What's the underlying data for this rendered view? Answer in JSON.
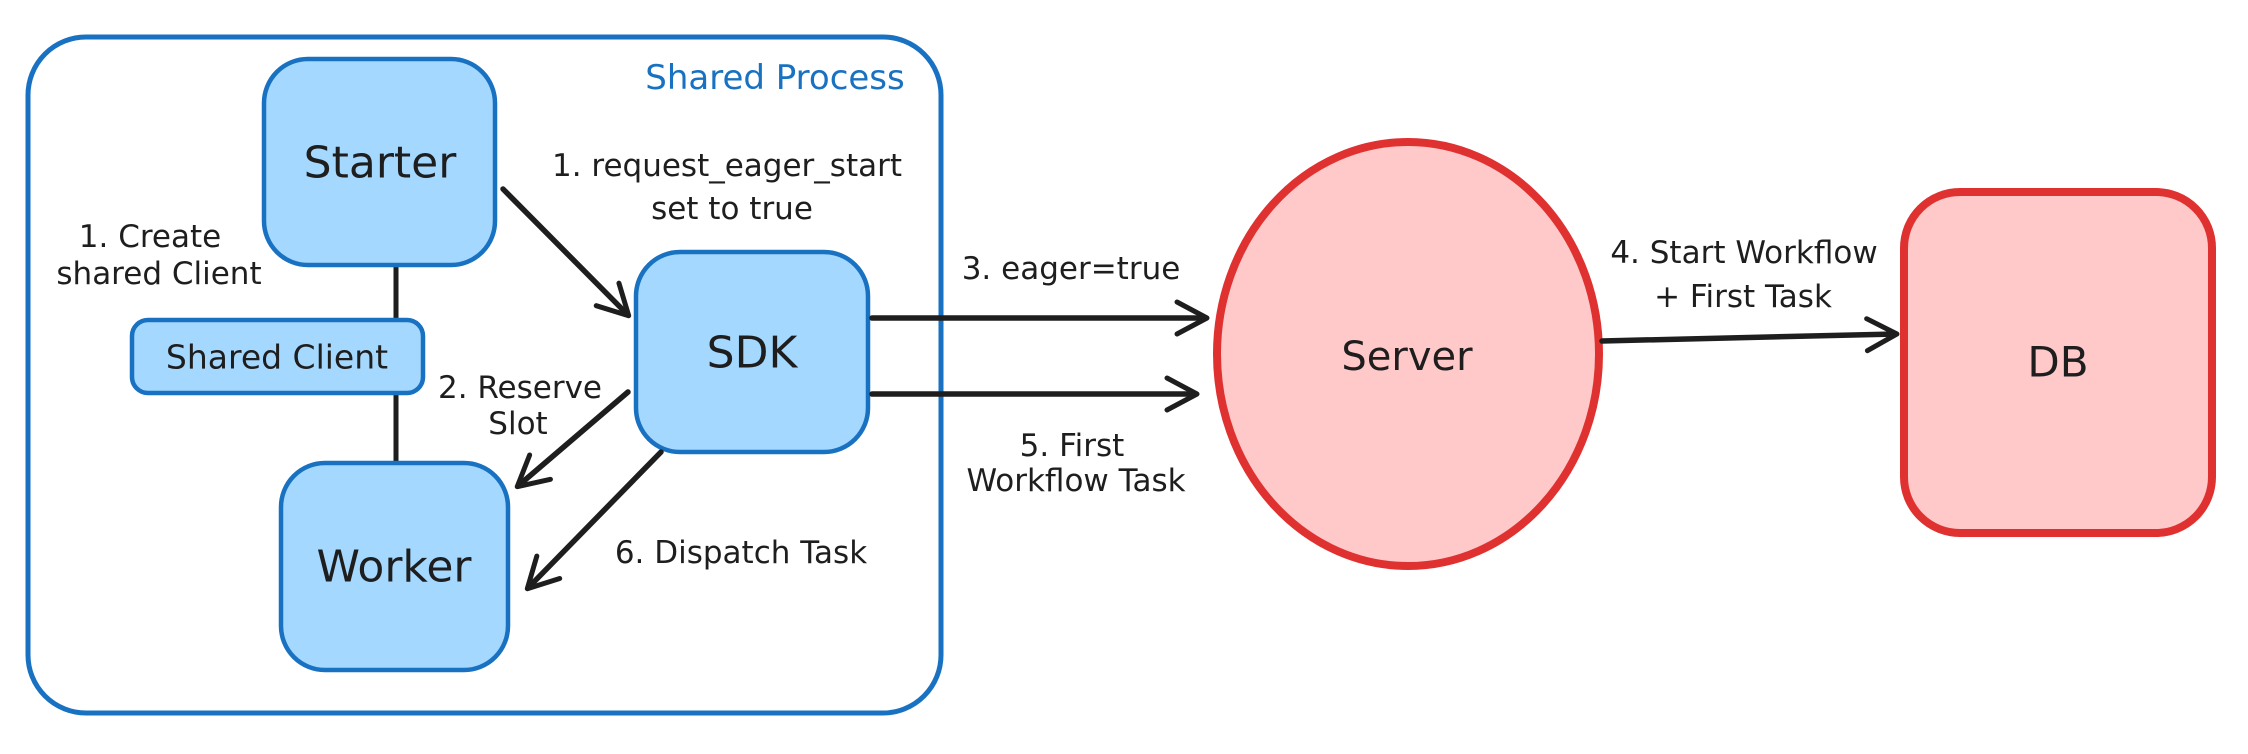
{
  "container": {
    "label": "Shared Process"
  },
  "nodes": {
    "starter": {
      "label": "Starter"
    },
    "shared_client": {
      "label": "Shared Client"
    },
    "worker": {
      "label": "Worker"
    },
    "sdk": {
      "label": "SDK"
    },
    "server": {
      "label": "Server"
    },
    "db": {
      "label": "DB"
    }
  },
  "annotations": {
    "create_shared_client": {
      "line1": "1. Create",
      "line2": "shared Client"
    },
    "request_eager_start": {
      "line1": "1. request_eager_start",
      "line2": "set to true"
    },
    "reserve_slot": {
      "line1": "2. Reserve",
      "line2": "Slot"
    },
    "eager_true": {
      "text": "3. eager=true"
    },
    "start_workflow": {
      "line1": "4. Start Workflow",
      "line2": "+ First Task"
    },
    "first_workflow_task": {
      "line1": "5. First",
      "line2": "Workflow Task"
    },
    "dispatch_task": {
      "text": "6. Dispatch Task"
    }
  },
  "colors": {
    "background": "#ffffff",
    "node_blue_fill": "#a5d8ff",
    "node_blue_stroke": "#1971c2",
    "node_red_fill": "#ffc9c9",
    "node_red_stroke": "#e03131",
    "container_label": "#1971c2",
    "text": "#1e1e1e",
    "arrow": "#1e1e1e"
  }
}
